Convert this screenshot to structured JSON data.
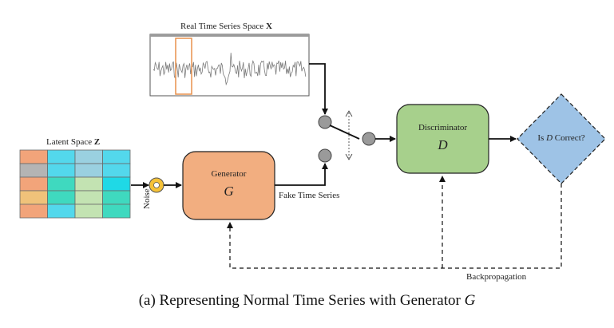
{
  "real_space": {
    "label_prefix": "Real Time Series Space ",
    "label_symbol": "X"
  },
  "latent_space": {
    "label_prefix": "Latent Space ",
    "label_symbol": "Z"
  },
  "noise": {
    "label": "Noise"
  },
  "generator": {
    "title": "Generator",
    "symbol": "G"
  },
  "fake_series": {
    "label": "Fake Time Series"
  },
  "discriminator": {
    "title": "Discriminator",
    "symbol": "D"
  },
  "decision": {
    "prefix": "Is ",
    "symbol": "D",
    "suffix": " Correct?"
  },
  "backprop": {
    "label": "Backpropagation"
  },
  "caption": {
    "prefix": "(a) Representing Normal Time Series with Generator ",
    "symbol": "G"
  },
  "latent_grid": {
    "rows": [
      [
        "#f2a47a",
        "#53d8ec",
        "#9ad0e0",
        "#53d8ec"
      ],
      [
        "#b4b4b4",
        "#53d8ec",
        "#9ad0e0",
        "#53d8ec"
      ],
      [
        "#f2a47a",
        "#3fd9bf",
        "#c3e3b2",
        "#1fd9e6"
      ],
      [
        "#f0c27a",
        "#3fd9bf",
        "#c3e3b2",
        "#3fd9bf"
      ],
      [
        "#f2a47a",
        "#53d8ec",
        "#c3e3b2",
        "#3fd9bf"
      ]
    ]
  },
  "colors": {
    "generator": "#f2ae80",
    "discriminator": "#a7d08c",
    "decision": "#9ec3e6",
    "highlight": "#e8904c",
    "noise": "#f5c238"
  }
}
